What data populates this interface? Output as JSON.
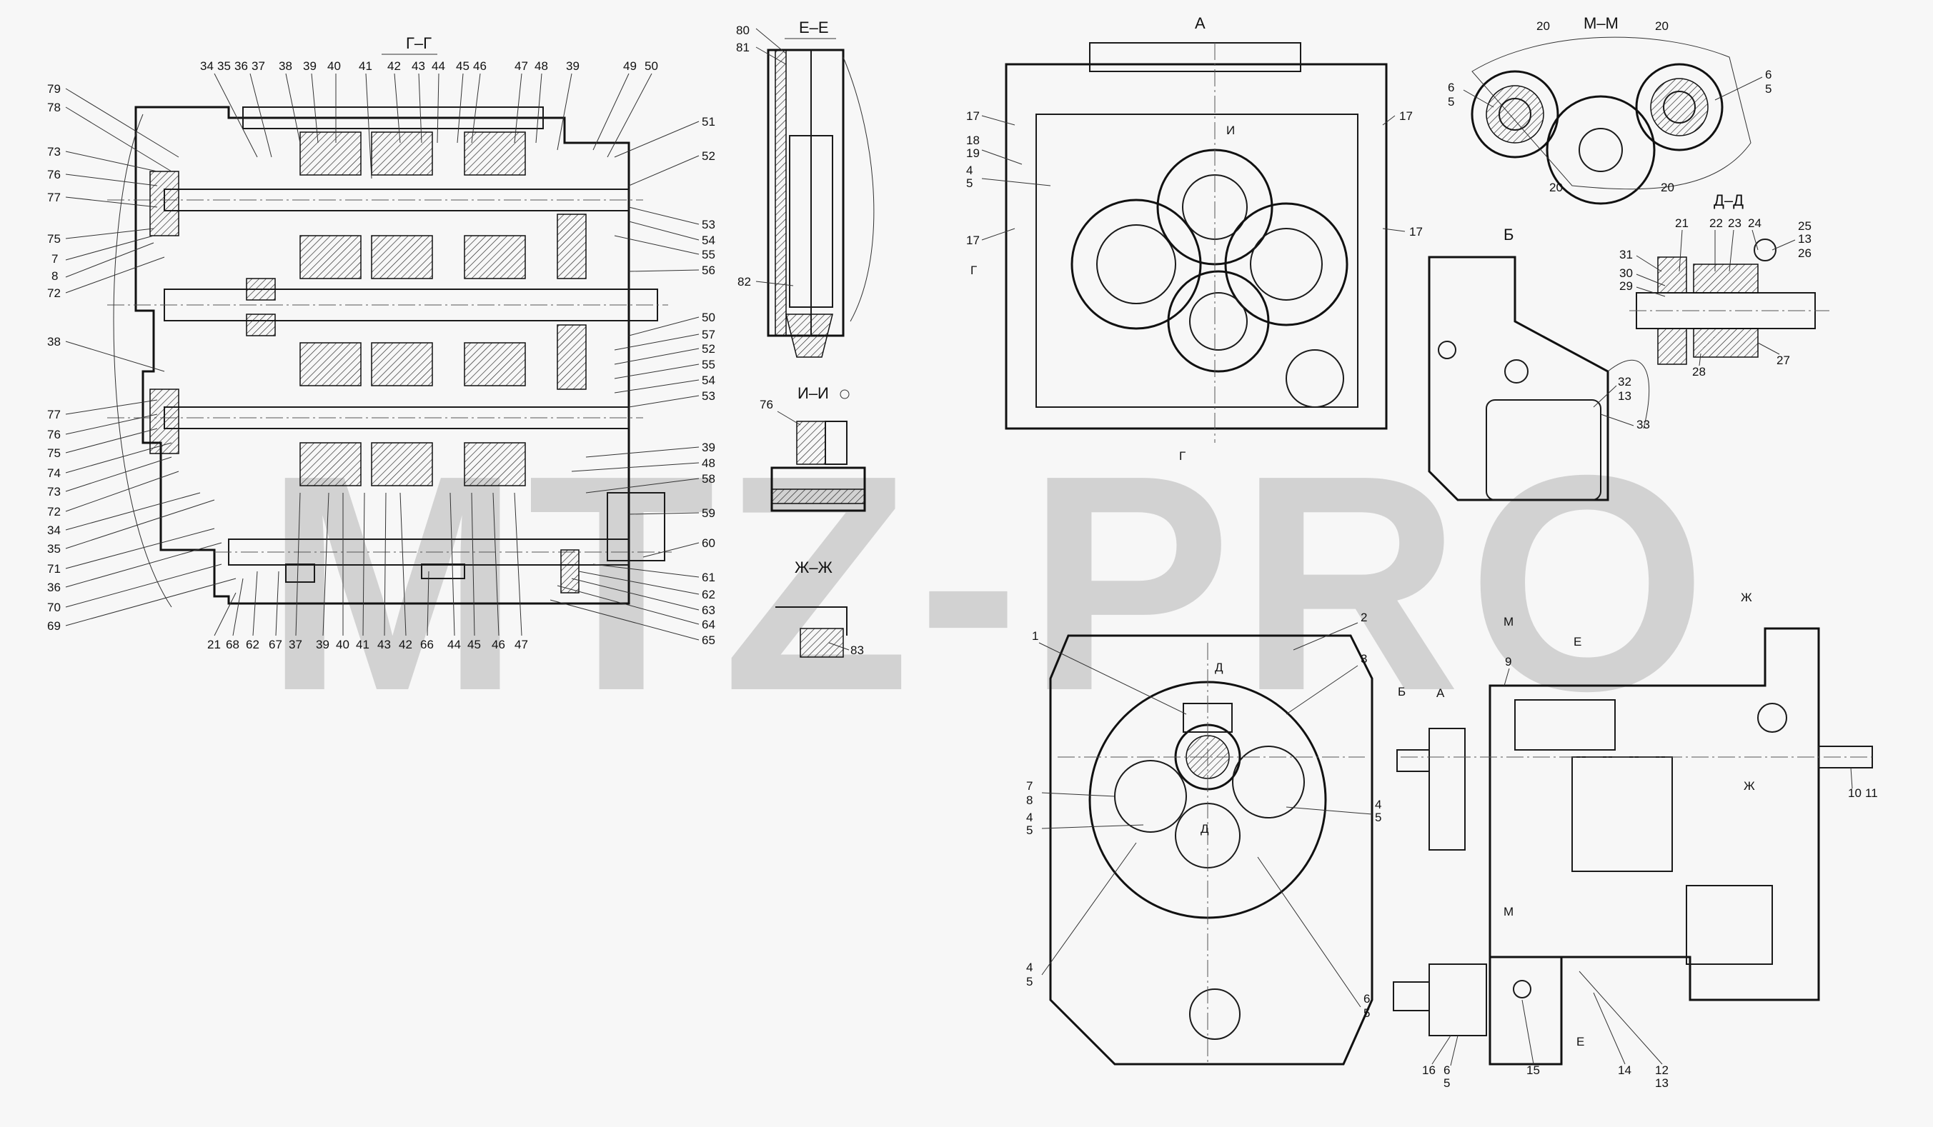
{
  "watermark": "MTZ-PRO",
  "sections": {
    "gg": "Г–Г",
    "ee": "Е–Е",
    "ii": "И–И",
    "zhzh": "Ж–Ж",
    "mm": "М–М",
    "dd": "Д–Д",
    "a": "А",
    "b": "Б"
  },
  "cut_marks": {
    "g": "Г",
    "i": "И",
    "d": "Д",
    "b": "Б",
    "a": "А",
    "m": "М",
    "e": "Е",
    "zh": "Ж"
  },
  "gg_top_labels": [
    "34",
    "35",
    "36",
    "37",
    "38",
    "39",
    "40",
    "41",
    "42",
    "43",
    "44",
    "45",
    "46",
    "47",
    "48",
    "39",
    "49",
    "50"
  ],
  "gg_left_labels": [
    "79",
    "78",
    "73",
    "76",
    "77",
    "75",
    "7",
    "8",
    "72",
    "38",
    "77",
    "76",
    "75",
    "74",
    "73",
    "72",
    "34",
    "35",
    "71",
    "36",
    "70",
    "69"
  ],
  "gg_right_labels": [
    "51",
    "52",
    "53",
    "54",
    "55",
    "56",
    "50",
    "57",
    "52",
    "55",
    "54",
    "53",
    "39",
    "48",
    "58",
    "59",
    "60",
    "61",
    "62",
    "63",
    "64",
    "65"
  ],
  "gg_bottom_labels": [
    "21",
    "68",
    "62",
    "67",
    "37",
    "39",
    "40",
    "41",
    "43",
    "42",
    "66",
    "44",
    "45",
    "46",
    "47"
  ],
  "ee_labels": [
    "80",
    "81",
    "82"
  ],
  "ii_labels": [
    "76"
  ],
  "zhzh_labels": [
    "83"
  ],
  "view_a_labels": [
    "17",
    "17",
    "18",
    "19",
    "4",
    "5",
    "17",
    "17"
  ],
  "mm_labels": [
    "20",
    "20",
    "20",
    "20",
    "6",
    "5",
    "6",
    "5"
  ],
  "dd_labels": [
    "21",
    "22",
    "23",
    "24",
    "25",
    "13",
    "26",
    "31",
    "30",
    "29",
    "28",
    "27"
  ],
  "view_b_labels": [
    "32",
    "13",
    "33"
  ],
  "front_labels": [
    "1",
    "2",
    "3",
    "7",
    "8",
    "4",
    "5",
    "4",
    "5",
    "4",
    "5",
    "6",
    "5"
  ],
  "side_labels": [
    "9",
    "10",
    "11",
    "16",
    "6",
    "5",
    "15",
    "14",
    "12",
    "13"
  ]
}
